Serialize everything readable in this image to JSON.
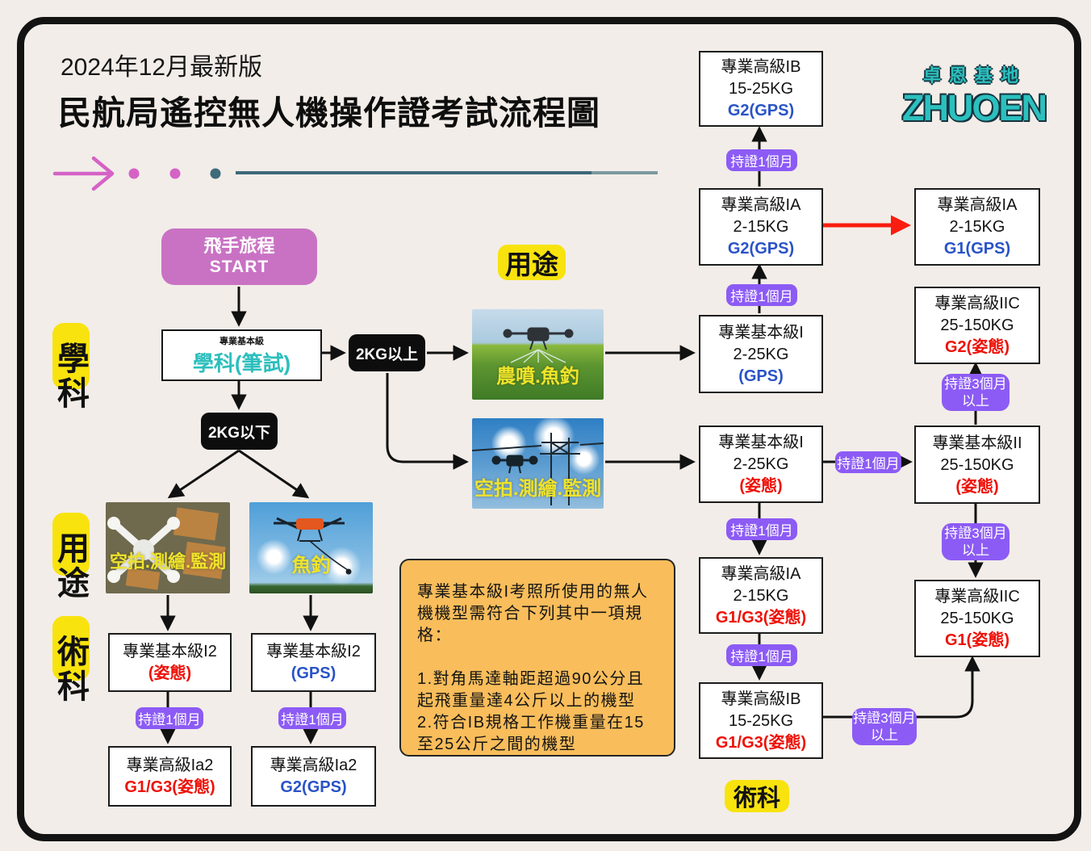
{
  "header": {
    "version": "2024年12月最新版",
    "title": "民航局遙控無人機操作證考試流程圖"
  },
  "logo": {
    "cn": "卓恩基地",
    "en": "ZHUOEN"
  },
  "labels": {
    "subject_side": "學科",
    "purpose_top": "用途",
    "purpose_side": "用途",
    "practical_side": "術科",
    "practical_bottom": "術科"
  },
  "start": {
    "line1": "飛手旅程",
    "line2": "START"
  },
  "exam": {
    "tag": "專業基本級",
    "name": "學科(筆試)"
  },
  "weight": {
    "above": "2KG以上",
    "below": "2KG以下"
  },
  "images": {
    "agri": {
      "caption": "農噴.魚釣"
    },
    "aerial_power": {
      "caption": "空拍.測繪.監測"
    },
    "aerial_topview": {
      "caption": "空拍.測繪.監測"
    },
    "fishing": {
      "caption": "魚釣"
    }
  },
  "badges": {
    "hold1": "持證1個月",
    "hold3a": "持證3個月",
    "hold3b": "以上"
  },
  "certs": {
    "ib_g2": {
      "l1": "專業高級IB",
      "l2": "15-25KG",
      "l3": "G2(GPS)"
    },
    "ia_g2": {
      "l1": "專業高級IA",
      "l2": "2-15KG",
      "l3": "G2(GPS)"
    },
    "ia_g1": {
      "l1": "專業高級IA",
      "l2": "2-15KG",
      "l3": "G1(GPS)"
    },
    "basic1_gps": {
      "l1": "專業基本級I",
      "l2": "2-25KG",
      "l3": "(GPS)"
    },
    "basic1_att": {
      "l1": "專業基本級I",
      "l2": "2-25KG",
      "l3": "(姿態)"
    },
    "iic_g2": {
      "l1": "專業高級IIC",
      "l2": "25-150KG",
      "l3": "G2(姿態)"
    },
    "basic2_att": {
      "l1": "專業基本級II",
      "l2": "25-150KG",
      "l3": "(姿態)"
    },
    "iic_g1": {
      "l1": "專業高級IIC",
      "l2": "25-150KG",
      "l3": "G1(姿態)"
    },
    "ia_g1g3": {
      "l1": "專業高級IA",
      "l2": "2-15KG",
      "l3": "G1/G3(姿態)"
    },
    "ib_g1g3": {
      "l1": "專業高級IB",
      "l2": "15-25KG",
      "l3": "G1/G3(姿態)"
    },
    "i2_att": {
      "l1": "專業基本級I2",
      "l3": "(姿態)"
    },
    "i2_gps": {
      "l1": "專業基本級I2",
      "l3": "(GPS)"
    },
    "ia2_g1g3": {
      "l1": "專業高級Ia2",
      "l3": "G1/G3(姿態)"
    },
    "ia2_g2": {
      "l1": "專業高級Ia2",
      "l3": "G2(GPS)"
    }
  },
  "note": {
    "p1": "專業基本級I考照所使用的無人機機型需符合下列其中一項規格：",
    "p2": "1.對角馬達軸距超過90公分且起飛重量達4公斤以上的機型",
    "p3": "2.符合IB規格工作機重量在15至25公斤之間的機型"
  },
  "colors": {
    "background": "#F2EDE8",
    "accent_magenta": "#C972C4",
    "accent_yellow": "#F8E30E",
    "accent_teal": "#2CBFBD",
    "badge_purple": "#8C5BF5",
    "note_orange": "#F9BD5B",
    "gps_blue": "#2953C7",
    "attitude_red": "#EE1107",
    "arrow_red": "#FA1D10"
  }
}
